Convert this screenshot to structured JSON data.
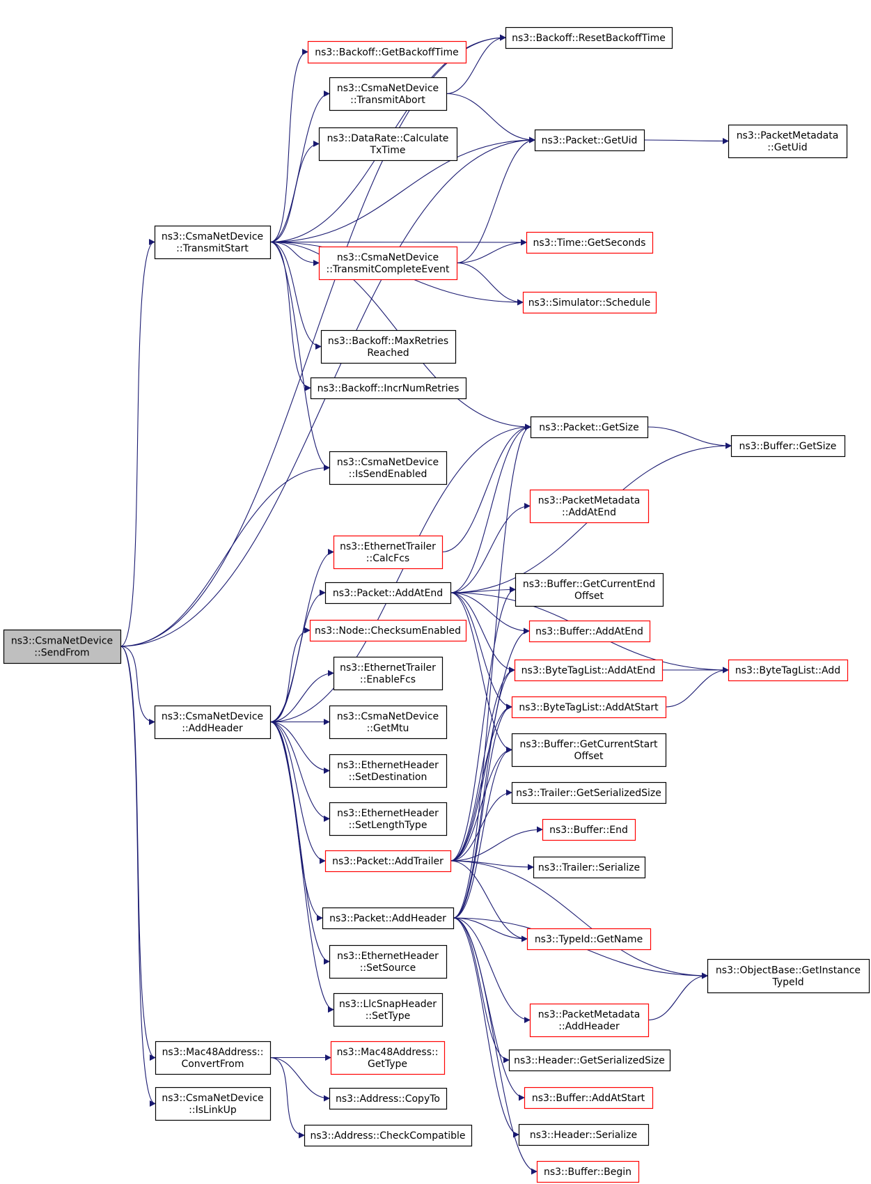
{
  "diagram": {
    "colors": {
      "edge": "#191970",
      "normal_border": "#000000",
      "undocumented_border": "#ff0000",
      "root_fill": "#bfbfbf",
      "node_fill": "#ffffff",
      "text": "#000000"
    },
    "nodes": [
      {
        "id": "n0",
        "lines": [
          "ns3::CsmaNetDevice",
          "::SendFrom"
        ],
        "kind": "root"
      },
      {
        "id": "n1",
        "lines": [
          "ns3::CsmaNetDevice",
          "::TransmitStart"
        ],
        "kind": "normal"
      },
      {
        "id": "n2",
        "lines": [
          "ns3::Backoff::ResetBackoffTime"
        ],
        "kind": "normal"
      },
      {
        "id": "n3",
        "lines": [
          "ns3::Backoff::GetBackoffTime"
        ],
        "kind": "red"
      },
      {
        "id": "n4",
        "lines": [
          "ns3::CsmaNetDevice",
          "::TransmitAbort"
        ],
        "kind": "normal"
      },
      {
        "id": "n5",
        "lines": [
          "ns3::DataRate::Calculate",
          "TxTime"
        ],
        "kind": "normal"
      },
      {
        "id": "n6",
        "lines": [
          "ns3::Packet::GetUid"
        ],
        "kind": "normal"
      },
      {
        "id": "n7",
        "lines": [
          "ns3::PacketMetadata",
          "::GetUid"
        ],
        "kind": "normal"
      },
      {
        "id": "n8",
        "lines": [
          "ns3::CsmaNetDevice",
          "::TransmitCompleteEvent"
        ],
        "kind": "red"
      },
      {
        "id": "n9",
        "lines": [
          "ns3::Time::GetSeconds"
        ],
        "kind": "red"
      },
      {
        "id": "n10",
        "lines": [
          "ns3::Simulator::Schedule"
        ],
        "kind": "red"
      },
      {
        "id": "n11",
        "lines": [
          "ns3::Backoff::MaxRetries",
          "Reached"
        ],
        "kind": "normal"
      },
      {
        "id": "n12",
        "lines": [
          "ns3::Backoff::IncrNumRetries"
        ],
        "kind": "normal"
      },
      {
        "id": "n13",
        "lines": [
          "ns3::Packet::GetSize"
        ],
        "kind": "normal"
      },
      {
        "id": "n14",
        "lines": [
          "ns3::Buffer::GetSize"
        ],
        "kind": "normal"
      },
      {
        "id": "n15",
        "lines": [
          "ns3::CsmaNetDevice",
          "::IsSendEnabled"
        ],
        "kind": "normal"
      },
      {
        "id": "n16",
        "lines": [
          "ns3::PacketMetadata",
          "::AddAtEnd"
        ],
        "kind": "red"
      },
      {
        "id": "n17",
        "lines": [
          "ns3::EthernetTrailer",
          "::CalcFcs"
        ],
        "kind": "red"
      },
      {
        "id": "n18",
        "lines": [
          "ns3::Packet::AddAtEnd"
        ],
        "kind": "normal"
      },
      {
        "id": "n19",
        "lines": [
          "ns3::Buffer::GetCurrentEnd",
          "Offset"
        ],
        "kind": "normal"
      },
      {
        "id": "n20",
        "lines": [
          "ns3::Node::ChecksumEnabled"
        ],
        "kind": "red"
      },
      {
        "id": "n21",
        "lines": [
          "ns3::Buffer::AddAtEnd"
        ],
        "kind": "red"
      },
      {
        "id": "n22",
        "lines": [
          "ns3::ByteTagList::AddAtEnd"
        ],
        "kind": "red"
      },
      {
        "id": "n23",
        "lines": [
          "ns3::ByteTagList::Add"
        ],
        "kind": "red"
      },
      {
        "id": "n24",
        "lines": [
          "ns3::EthernetTrailer",
          "::EnableFcs"
        ],
        "kind": "normal"
      },
      {
        "id": "n25",
        "lines": [
          "ns3::ByteTagList::AddAtStart"
        ],
        "kind": "red"
      },
      {
        "id": "n26",
        "lines": [
          "ns3::CsmaNetDevice",
          "::AddHeader"
        ],
        "kind": "normal"
      },
      {
        "id": "n27",
        "lines": [
          "ns3::CsmaNetDevice",
          "::GetMtu"
        ],
        "kind": "normal"
      },
      {
        "id": "n28",
        "lines": [
          "ns3::Buffer::GetCurrentStart",
          "Offset"
        ],
        "kind": "normal"
      },
      {
        "id": "n29",
        "lines": [
          "ns3::EthernetHeader",
          "::SetDestination"
        ],
        "kind": "normal"
      },
      {
        "id": "n30",
        "lines": [
          "ns3::Trailer::GetSerializedSize"
        ],
        "kind": "normal"
      },
      {
        "id": "n31",
        "lines": [
          "ns3::EthernetHeader",
          "::SetLengthType"
        ],
        "kind": "normal"
      },
      {
        "id": "n32",
        "lines": [
          "ns3::Buffer::End"
        ],
        "kind": "red"
      },
      {
        "id": "n33",
        "lines": [
          "ns3::Packet::AddTrailer"
        ],
        "kind": "red"
      },
      {
        "id": "n34",
        "lines": [
          "ns3::Trailer::Serialize"
        ],
        "kind": "normal"
      },
      {
        "id": "n35",
        "lines": [
          "ns3::Packet::AddHeader"
        ],
        "kind": "normal"
      },
      {
        "id": "n36",
        "lines": [
          "ns3::TypeId::GetName"
        ],
        "kind": "red"
      },
      {
        "id": "n37",
        "lines": [
          "ns3::EthernetHeader",
          "::SetSource"
        ],
        "kind": "normal"
      },
      {
        "id": "n38",
        "lines": [
          "ns3::ObjectBase::GetInstance",
          "TypeId"
        ],
        "kind": "normal"
      },
      {
        "id": "n39",
        "lines": [
          "ns3::LlcSnapHeader",
          "::SetType"
        ],
        "kind": "normal"
      },
      {
        "id": "n40",
        "lines": [
          "ns3::PacketMetadata",
          "::AddHeader"
        ],
        "kind": "red"
      },
      {
        "id": "n41",
        "lines": [
          "ns3::Mac48Address::",
          "ConvertFrom"
        ],
        "kind": "normal"
      },
      {
        "id": "n42",
        "lines": [
          "ns3::Mac48Address::",
          "GetType"
        ],
        "kind": "red"
      },
      {
        "id": "n43",
        "lines": [
          "ns3::Header::GetSerializedSize"
        ],
        "kind": "normal"
      },
      {
        "id": "n44",
        "lines": [
          "ns3::CsmaNetDevice",
          "::IsLinkUp"
        ],
        "kind": "normal"
      },
      {
        "id": "n45",
        "lines": [
          "ns3::Address::CopyTo"
        ],
        "kind": "normal"
      },
      {
        "id": "n46",
        "lines": [
          "ns3::Buffer::AddAtStart"
        ],
        "kind": "red"
      },
      {
        "id": "n47",
        "lines": [
          "ns3::Address::CheckCompatible"
        ],
        "kind": "normal"
      },
      {
        "id": "n48",
        "lines": [
          "ns3::Header::Serialize"
        ],
        "kind": "normal"
      },
      {
        "id": "n49",
        "lines": [
          "ns3::Buffer::Begin"
        ],
        "kind": "red"
      }
    ],
    "edges": [
      {
        "from": "n0",
        "to": "n1"
      },
      {
        "from": "n0",
        "to": "n15"
      },
      {
        "from": "n0",
        "to": "n26"
      },
      {
        "from": "n0",
        "to": "n41"
      },
      {
        "from": "n0",
        "to": "n44"
      },
      {
        "from": "n0",
        "to": "n2"
      },
      {
        "from": "n0",
        "to": "n6"
      },
      {
        "from": "n1",
        "to": "n2"
      },
      {
        "from": "n1",
        "to": "n3"
      },
      {
        "from": "n1",
        "to": "n4"
      },
      {
        "from": "n1",
        "to": "n5"
      },
      {
        "from": "n1",
        "to": "n6"
      },
      {
        "from": "n1",
        "to": "n8"
      },
      {
        "from": "n1",
        "to": "n9"
      },
      {
        "from": "n1",
        "to": "n10"
      },
      {
        "from": "n1",
        "to": "n11"
      },
      {
        "from": "n1",
        "to": "n12"
      },
      {
        "from": "n1",
        "to": "n13"
      },
      {
        "from": "n1",
        "to": "n15"
      },
      {
        "from": "n4",
        "to": "n2"
      },
      {
        "from": "n4",
        "to": "n6"
      },
      {
        "from": "n6",
        "to": "n7"
      },
      {
        "from": "n8",
        "to": "n6"
      },
      {
        "from": "n8",
        "to": "n9"
      },
      {
        "from": "n8",
        "to": "n10"
      },
      {
        "from": "n13",
        "to": "n14"
      },
      {
        "from": "n17",
        "to": "n13"
      },
      {
        "from": "n18",
        "to": "n13"
      },
      {
        "from": "n18",
        "to": "n14"
      },
      {
        "from": "n18",
        "to": "n16"
      },
      {
        "from": "n18",
        "to": "n19"
      },
      {
        "from": "n18",
        "to": "n21"
      },
      {
        "from": "n18",
        "to": "n22"
      },
      {
        "from": "n18",
        "to": "n23"
      },
      {
        "from": "n18",
        "to": "n25"
      },
      {
        "from": "n18",
        "to": "n28"
      },
      {
        "from": "n22",
        "to": "n23"
      },
      {
        "from": "n25",
        "to": "n23"
      },
      {
        "from": "n26",
        "to": "n13"
      },
      {
        "from": "n26",
        "to": "n17"
      },
      {
        "from": "n26",
        "to": "n18"
      },
      {
        "from": "n26",
        "to": "n20"
      },
      {
        "from": "n26",
        "to": "n24"
      },
      {
        "from": "n26",
        "to": "n27"
      },
      {
        "from": "n26",
        "to": "n29"
      },
      {
        "from": "n26",
        "to": "n31"
      },
      {
        "from": "n26",
        "to": "n33"
      },
      {
        "from": "n26",
        "to": "n35"
      },
      {
        "from": "n26",
        "to": "n37"
      },
      {
        "from": "n26",
        "to": "n39"
      },
      {
        "from": "n33",
        "to": "n19"
      },
      {
        "from": "n33",
        "to": "n21"
      },
      {
        "from": "n33",
        "to": "n22"
      },
      {
        "from": "n33",
        "to": "n25"
      },
      {
        "from": "n33",
        "to": "n28"
      },
      {
        "from": "n33",
        "to": "n30"
      },
      {
        "from": "n33",
        "to": "n32"
      },
      {
        "from": "n33",
        "to": "n34"
      },
      {
        "from": "n33",
        "to": "n36"
      },
      {
        "from": "n33",
        "to": "n38"
      },
      {
        "from": "n35",
        "to": "n13"
      },
      {
        "from": "n35",
        "to": "n22"
      },
      {
        "from": "n35",
        "to": "n25"
      },
      {
        "from": "n35",
        "to": "n28"
      },
      {
        "from": "n35",
        "to": "n36"
      },
      {
        "from": "n35",
        "to": "n38"
      },
      {
        "from": "n35",
        "to": "n40"
      },
      {
        "from": "n35",
        "to": "n43"
      },
      {
        "from": "n35",
        "to": "n46"
      },
      {
        "from": "n35",
        "to": "n48"
      },
      {
        "from": "n35",
        "to": "n49"
      },
      {
        "from": "n40",
        "to": "n38"
      },
      {
        "from": "n41",
        "to": "n42"
      },
      {
        "from": "n41",
        "to": "n45"
      },
      {
        "from": "n41",
        "to": "n47"
      }
    ]
  }
}
